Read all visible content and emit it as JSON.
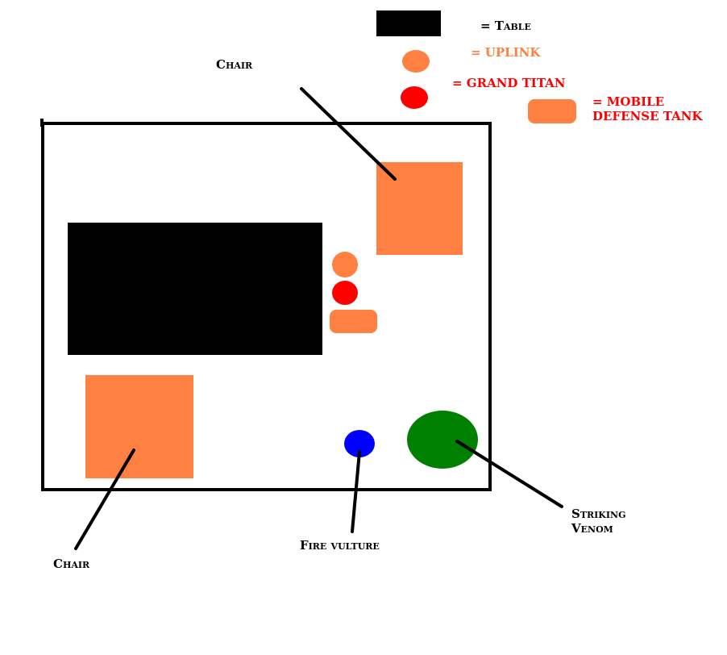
{
  "legend": {
    "table": "= Table",
    "uplink": "= UPLINK",
    "grand_titan": "= GRAND TITAN",
    "mobile_defense_tank": [
      "= MOBILE",
      "DEFENSE TANK"
    ]
  },
  "labels": {
    "chair_top": "Chair",
    "chair_bottom": "Chair",
    "fire_vulture": "Fire vulture",
    "striking_venom": [
      "Striking",
      "Venom"
    ]
  },
  "colors": {
    "table": "#000000",
    "orange": "#ff8040",
    "red": "#ff0000",
    "blue": "#0000ff",
    "green": "#008000",
    "outline": "#000000",
    "text_dark": "#000000",
    "text_orange": "#ff8040",
    "text_red": "#ff0000"
  }
}
